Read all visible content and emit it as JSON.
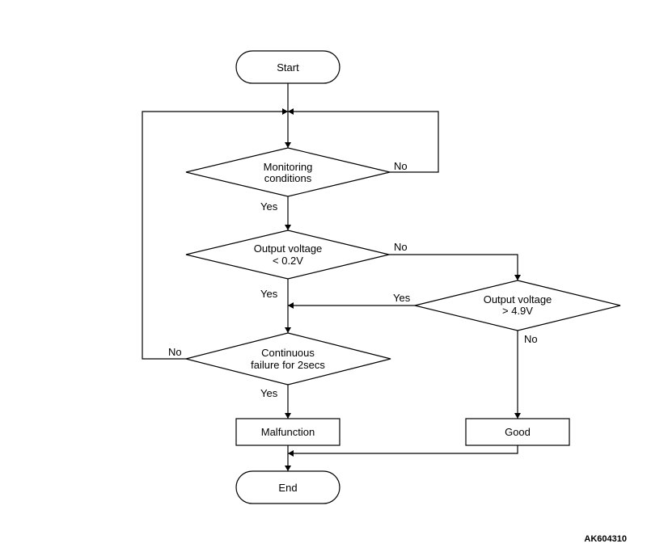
{
  "flowchart": {
    "start": "Start",
    "end": "End",
    "monitoring": {
      "line1": "Monitoring",
      "line2": "conditions"
    },
    "low_voltage": {
      "line1": "Output voltage",
      "line2": "< 0.2V"
    },
    "high_voltage": {
      "line1": "Output voltage",
      "line2": "> 4.9V"
    },
    "continuous": {
      "line1": "Continuous",
      "line2": "failure for 2secs"
    },
    "malfunction": "Malfunction",
    "good": "Good",
    "labels": {
      "monitoring_no": "No",
      "monitoring_yes": "Yes",
      "low_no": "No",
      "low_yes": "Yes",
      "high_yes": "Yes",
      "high_no": "No",
      "continuous_no": "No",
      "continuous_yes": "Yes"
    }
  },
  "figure_code": "AK604310"
}
